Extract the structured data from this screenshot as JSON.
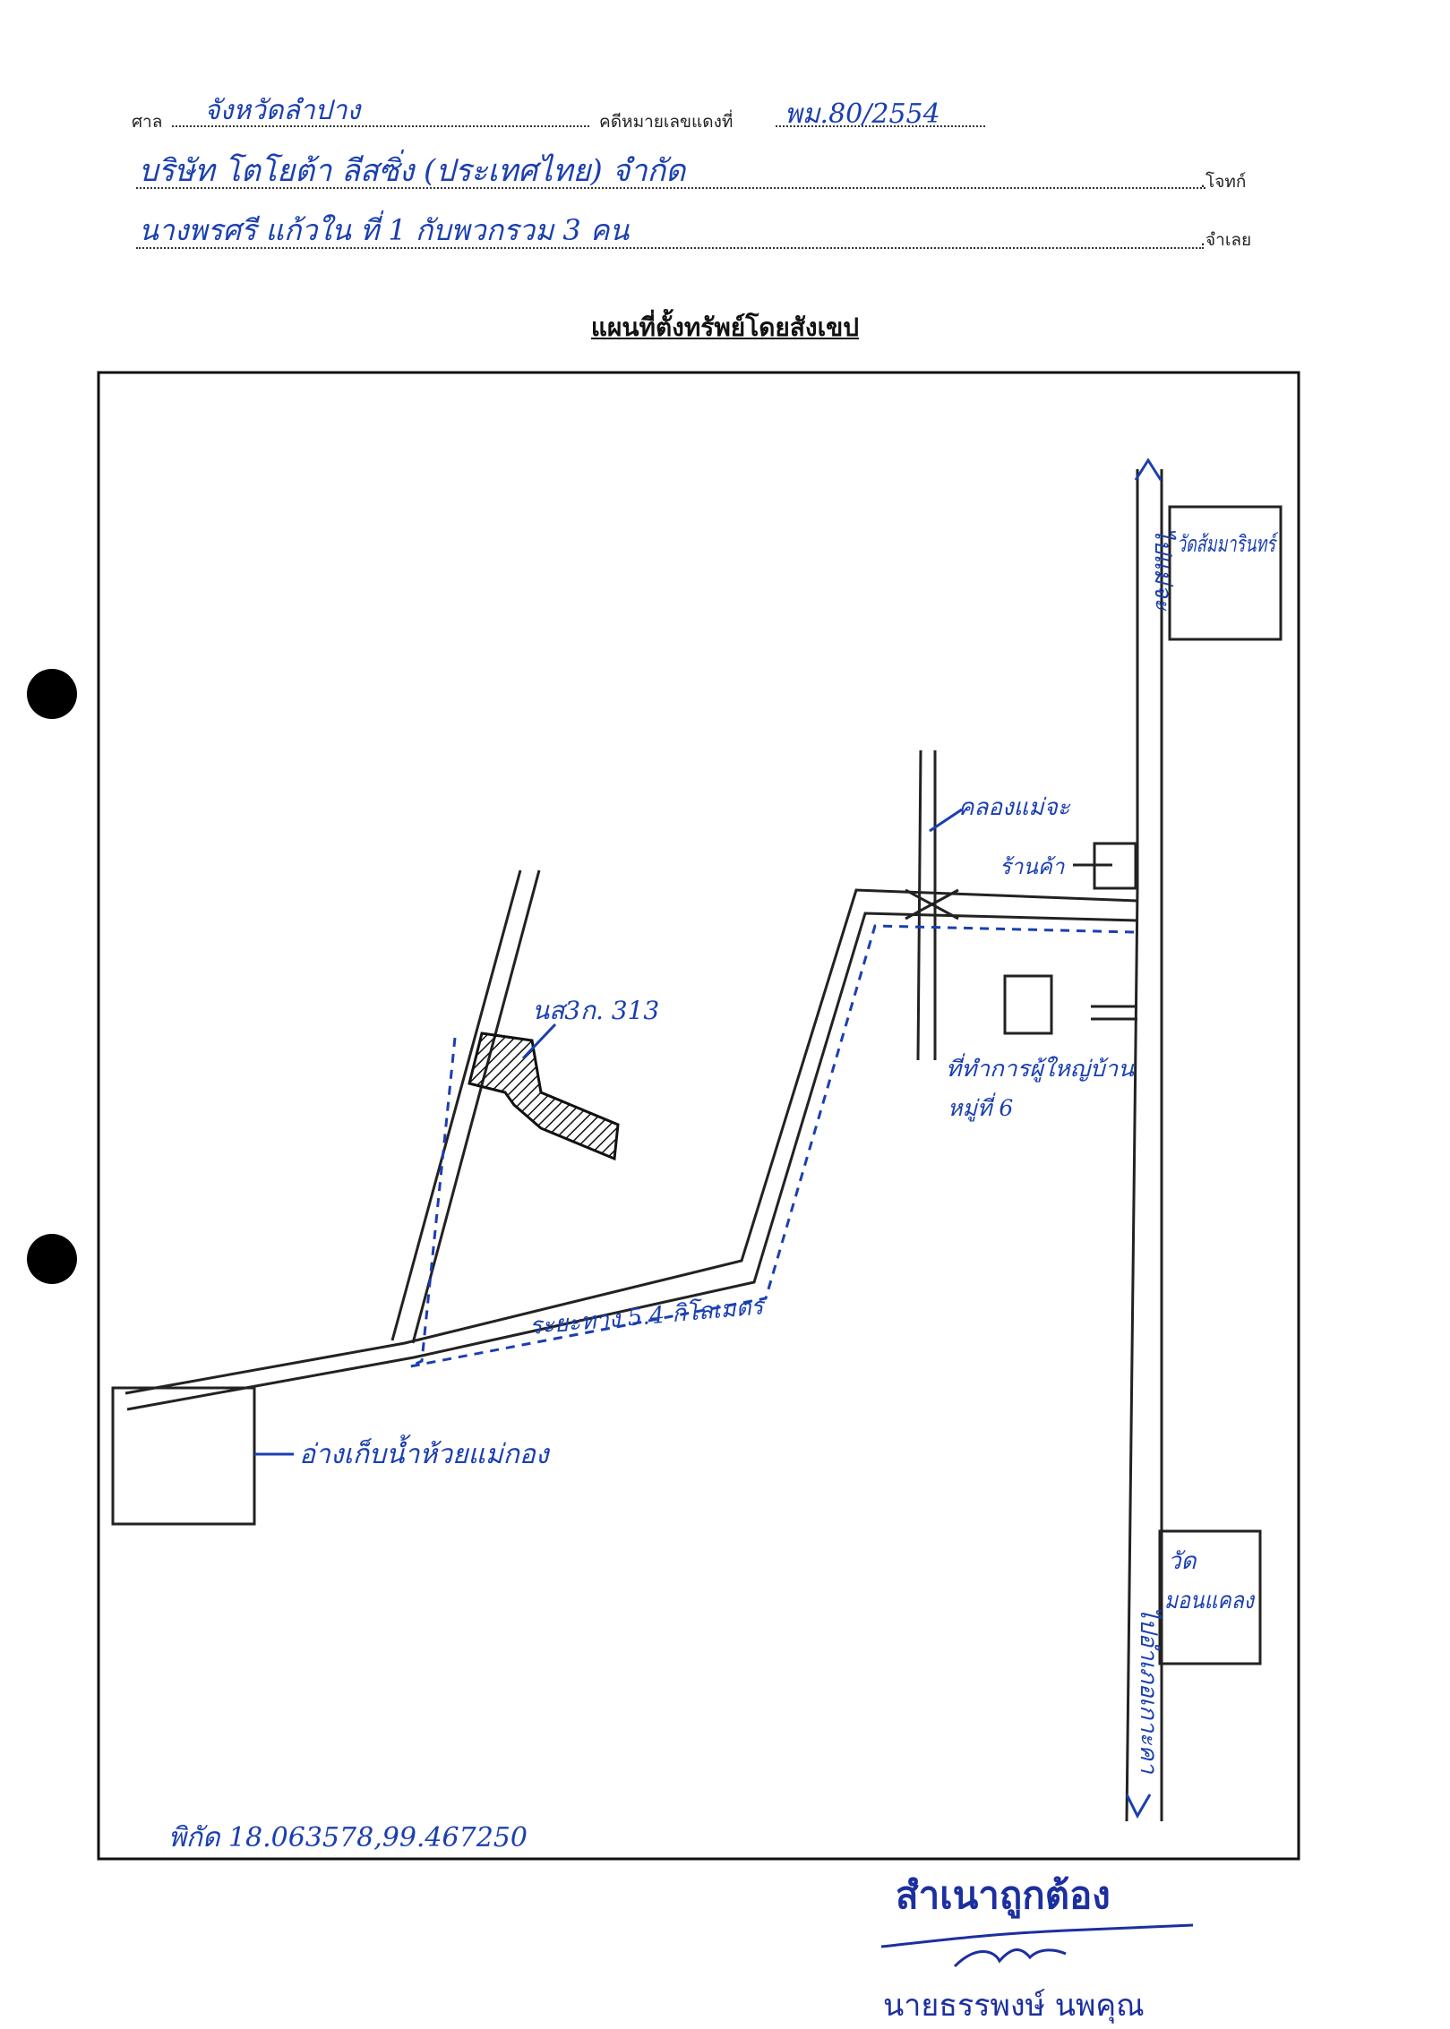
{
  "header": {
    "court_label": "ศาล",
    "court_value": "จังหวัดลำปาง",
    "case_label": "คดีหมายเลขแดงที่",
    "case_value": "พม.80/2554",
    "plaintiff_value": "บริษัท โตโยต้า ลีสซิ่ง (ประเทศไทย) จำกัด",
    "plaintiff_label": ".โจทก์",
    "defendant_value": "นางพรศรี แก้วใน ที่ 1 กับพวกรวม 3 คน",
    "defendant_label": ".จำเลย"
  },
  "title": "แผนที่ตั้งทรัพย์โดยสังเขป",
  "map": {
    "temple_top": "วัดส้มมารินทร์",
    "road_top": "ไปแม่จะ",
    "canal": "คลองแม่จะ",
    "shop": "ร้านค้า",
    "village_office": "ที่ทำการผู้ใหญ่บ้าน",
    "village_no": "หมู่ที่ 6",
    "deed": "นส3ก. 313",
    "distance": "ระยะทาง 5.4 กิโลเมตร",
    "reservoir": "อ่างเก็บน้ำห้วยแม่กอง",
    "temple_bottom_1": "วัด",
    "temple_bottom_2": "มอนแคลง",
    "road_bottom": "ไปอำเภอเกาะคา",
    "coords": "พิกัด 18.063578,99.467250"
  },
  "stamp": {
    "certified": "สำเนาถูกต้อง",
    "signer": "นายธรรพงษ์ นพคุณ"
  },
  "colors": {
    "ink": "#1a3fb0",
    "line": "#222222"
  }
}
